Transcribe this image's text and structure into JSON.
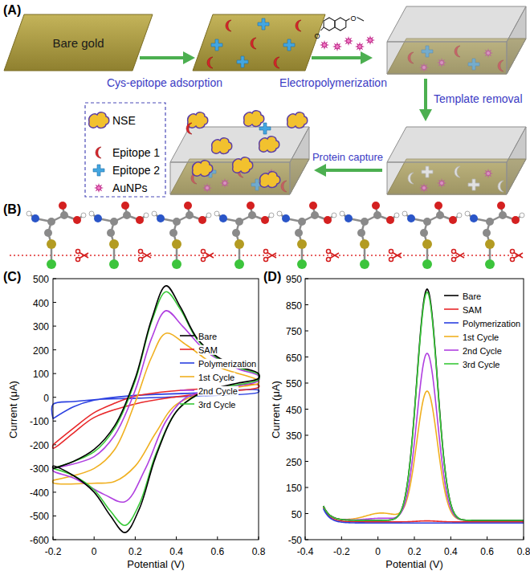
{
  "diagram": {
    "nodes": [
      {
        "text": [
          "Bare gold"
        ]
      }
    ],
    "labels": [
      "(A)",
      "Cys-epitope adsorption",
      "O",
      "O",
      "Electropolymerization",
      "Template removal",
      "Protein capture",
      "(B)",
      "(C)",
      "Current (μA)",
      "Potential (V)",
      "500",
      "400",
      "300",
      "200",
      "100",
      "0",
      "-100",
      "-200",
      "-300",
      "-400",
      "-500",
      "-600",
      "-0.2",
      "0",
      "0.2",
      "0.4",
      "0.6",
      "0.8",
      "(D)",
      "Current (μA)",
      "Potential (V)",
      "950",
      "850",
      "750",
      "650",
      "550",
      "450",
      "350",
      "250",
      "150",
      "50",
      "-50",
      "-0.4",
      "-0.2",
      "0",
      "0.2",
      "0.4",
      "0.6",
      "0.8"
    ],
    "legend": [
      {
        "text": "NSE"
      },
      {
        "text": "Epitope 1"
      },
      {
        "text": "Epitope 2"
      },
      {
        "text": "AuNPs"
      },
      {
        "text": "Bare"
      },
      {
        "text": "SAM"
      },
      {
        "text": "Polymerization"
      },
      {
        "text": "1st Cycle"
      },
      {
        "text": "2nd Cycle"
      },
      {
        "text": "3rd Cycle"
      },
      {
        "text": "Bare"
      },
      {
        "text": "SAM"
      },
      {
        "text": "Polymerization"
      },
      {
        "text": "1st Cycle"
      },
      {
        "text": "2nd Cycle"
      },
      {
        "text": "3rd Cycle"
      }
    ]
  }
}
